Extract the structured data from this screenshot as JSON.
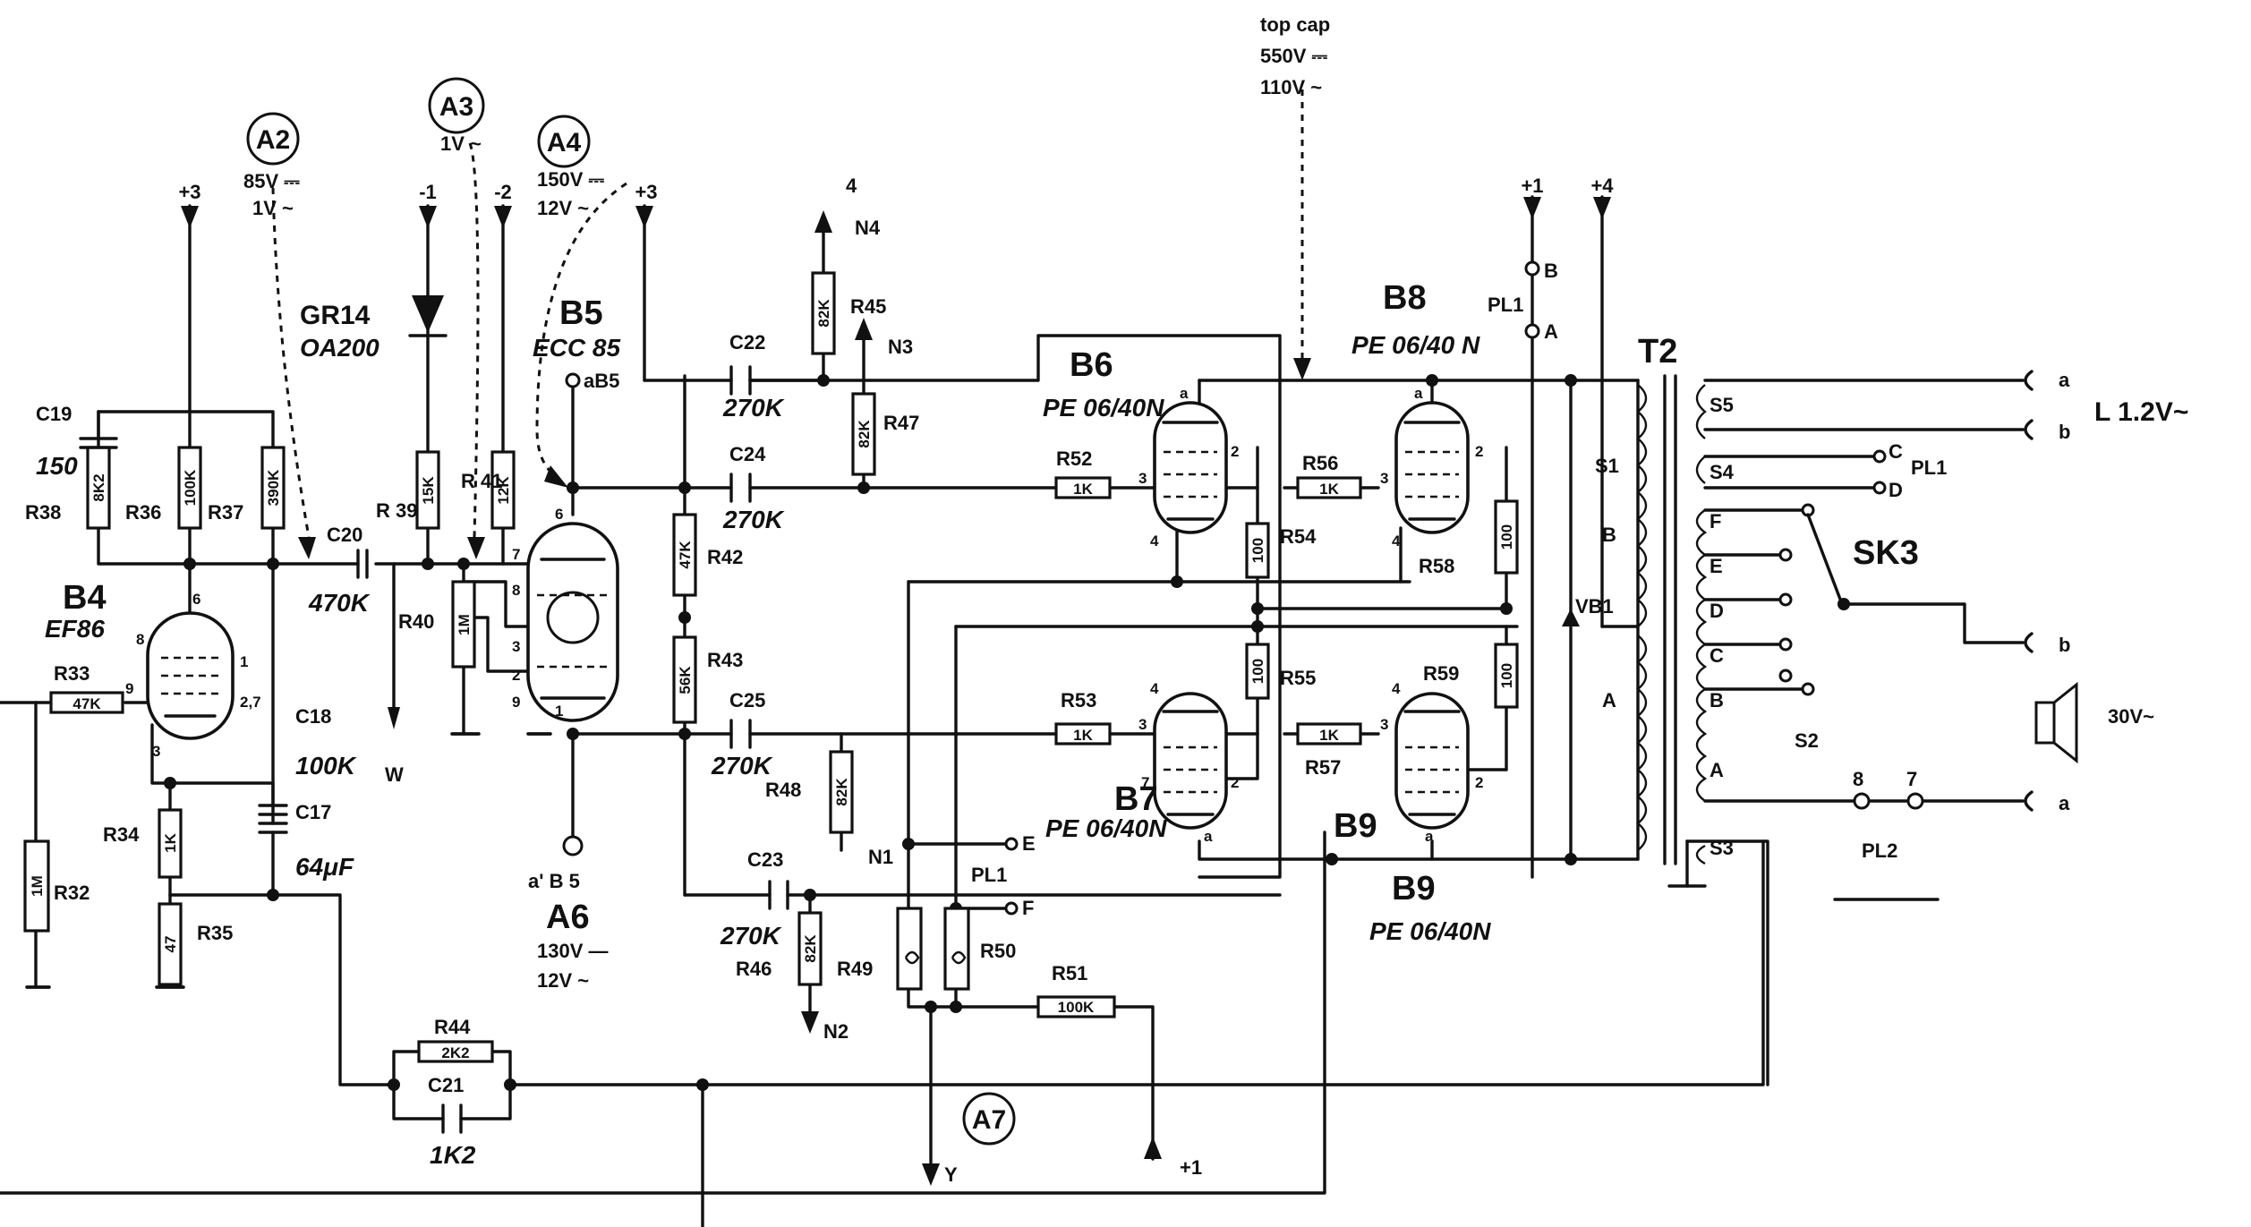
{
  "labels": {
    "top_cap": "top cap",
    "top_cap_dc": "550V ⎓",
    "top_cap_ac": "110V ~",
    "a2": "A2",
    "a2_dc": "85V ⎓",
    "a2_ac": "1V ~",
    "a3": "A3",
    "a3_ac": "1V ~",
    "a4": "A4",
    "a4_dc": "150V ⎓",
    "a4_ac": "12V ~",
    "a6": "A6",
    "a6_dc": "130V —",
    "a6_ac": "12V ~",
    "a7": "A7",
    "plus3_a": "+3",
    "minus1": "-1",
    "minus2": "-2",
    "plus3_b": "+3",
    "plus1_top": "+1",
    "plus4": "+4",
    "plus1_bottom": "+1",
    "n4_num": "4",
    "n4": "N4",
    "n3": "N3",
    "n1": "N1",
    "n2": "N2",
    "w": "W",
    "y": "Y",
    "gr14": "GR14",
    "oa200": "OA200",
    "b4": "B4",
    "ef86": "EF86",
    "b5": "B5",
    "ecc85": "ECC 85",
    "ab5_top": "aB5",
    "ab5_bottom": "a' B 5",
    "b6": "B6",
    "b6_type": "PE 06/40N",
    "b7": "B7",
    "b7_type": "PE 06/40N",
    "b8": "B8",
    "b8_type": "PE 06/40 N",
    "b9": "B9",
    "b9_mid": "B9",
    "b9_type": "PE 06/40N",
    "pl1": "PL1",
    "pl1_mid": "PL1",
    "pl1_right": "PL1",
    "pl2": "PL2",
    "t2": "T2",
    "sk3": "SK3",
    "l_out": "L 1.2V~",
    "spk": "30V~",
    "vb1": "VB1",
    "s1": "S1",
    "s2": "S2",
    "s3": "S3",
    "s4": "S4",
    "s5": "S5",
    "tap_b1": "B",
    "tap_a1": "A",
    "sw_f": "F",
    "sw_e": "E",
    "sw_d": "D",
    "sw_c": "C",
    "sw_b": "B",
    "sw_a": "A",
    "term_a1": "a",
    "term_b1": "b",
    "term_c": "C",
    "term_d": "D",
    "term_b2": "b",
    "term_a2": "a",
    "pl1_b": "B",
    "pl1_a": "A",
    "e": "E",
    "f": "F",
    "pl2_8": "8",
    "pl2_7": "7"
  },
  "components": {
    "r32": "R32",
    "r32_v": "1M",
    "r33": "R33",
    "r33_v": "47K",
    "r34": "R34",
    "r34_v": "1K",
    "r35": "R35",
    "r35_v": "47",
    "r36": "R36",
    "r36_v": "100K",
    "r37": "R37",
    "r37_v": "390K",
    "r38": "R38",
    "r38_v": "8K2",
    "r39": "R 39",
    "r39_v": "15K",
    "r40": "R40",
    "r40_v": "1M",
    "r41": "R 41",
    "r41_v": "12K",
    "r42": "R42",
    "r42_v": "47K",
    "r43": "R43",
    "r43_v": "56K",
    "r44": "R44",
    "r44_v": "2K2",
    "r45": "R45",
    "r45_v": "82K",
    "r46": "R46",
    "r46_v": "82K",
    "r47": "R47",
    "r47_v": "82K",
    "r48": "R48",
    "r48_v": "82K",
    "r49": "R49",
    "r50": "R50",
    "r51": "R51",
    "r51_v": "100K",
    "r52": "R52",
    "r52_v": "1K",
    "r53": "R53",
    "r53_v": "1K",
    "r54": "R54",
    "r54_v": "100",
    "r55": "R55",
    "r55_v": "100",
    "r56": "R56",
    "r56_v": "1K",
    "r57": "R57",
    "r57_v": "1K",
    "r58": "R58",
    "r58_v": "100",
    "r59": "R59",
    "r59_v": "100",
    "c17": "C17",
    "c17_v": "64μF",
    "c18": "C18",
    "c18_v": "100K",
    "c19": "C19",
    "c19_v": "150",
    "c20": "C20",
    "c20_v": "470K",
    "c21": "C21",
    "c21_v": "1K2",
    "c22": "C22",
    "c22_v": "270K",
    "c23": "C23",
    "c23_v": "270K",
    "c24": "C24",
    "c24_v": "270K",
    "c25": "C25",
    "c25_v": "270K"
  },
  "pins": {
    "b4_6": "6",
    "b4_8": "8",
    "b4_9": "9",
    "b4_1": "1",
    "b4_27": "2,7",
    "b4_3": "3",
    "b5_6": "6",
    "b5_7": "7",
    "b5_8": "8",
    "b5_3": "3",
    "b5_2": "2",
    "b5_9": "9",
    "b5_1": "1",
    "b6_a": "a",
    "b6_3": "3",
    "b6_4": "4",
    "b6_2": "2",
    "b7_4": "4",
    "b7_3": "3",
    "b7_7": "7",
    "b7_2": "2",
    "b7_a": "a",
    "b8_a": "a",
    "b8_3": "3",
    "b8_4": "4",
    "b8_2": "2",
    "b9_4": "4",
    "b9_3": "3",
    "b9_2": "2",
    "b9_a": "a"
  }
}
